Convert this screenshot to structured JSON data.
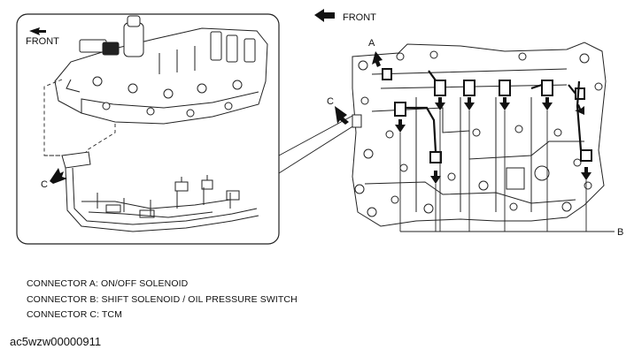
{
  "diagram": {
    "front_label_top": "FRONT",
    "front_label_inset": "FRONT",
    "callout_a": "A",
    "callout_b": "B",
    "callout_c_main": "C",
    "callout_c_inset": "C"
  },
  "legend": {
    "line_a": "CONNECTOR A: ON/OFF SOLENOID",
    "line_b": "CONNECTOR B: SHIFT SOLENOID / OIL PRESSURE SWITCH",
    "line_c": "CONNECTOR C: TCM"
  },
  "image_id": "ac5wzw00000911"
}
